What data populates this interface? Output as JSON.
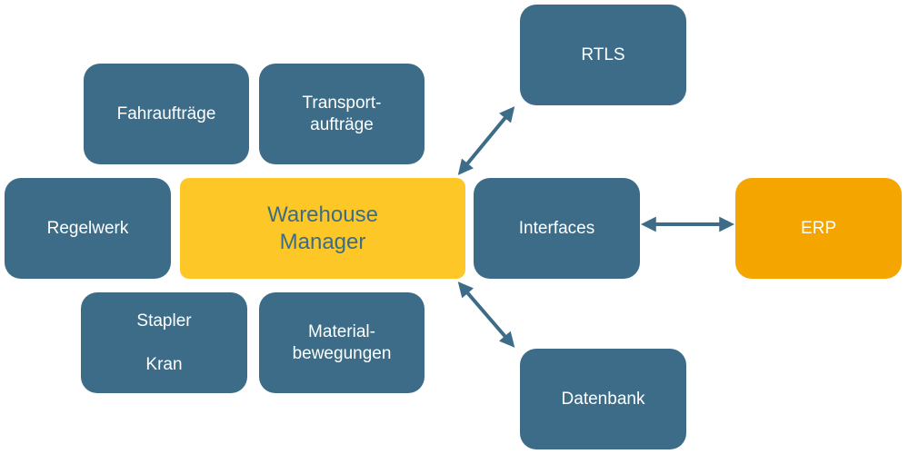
{
  "nodes": {
    "fahrauftraege": {
      "label": "Fahraufträge"
    },
    "transport": {
      "line1": "Transport-",
      "line2": "aufträge"
    },
    "regelwerk": {
      "label": "Regelwerk"
    },
    "warehouse": {
      "line1": "Warehouse",
      "line2": "Manager"
    },
    "interfaces": {
      "label": "Interfaces"
    },
    "erp": {
      "label": "ERP"
    },
    "rtls": {
      "label": "RTLS"
    },
    "stapler": {
      "line1": "Stapler",
      "line2": "Kran"
    },
    "material": {
      "line1": "Material-",
      "line2": "bewegungen"
    },
    "datenbank": {
      "label": "Datenbank"
    }
  },
  "colors": {
    "node_blue": "#3c6c87",
    "warehouse_yellow": "#fdc827",
    "erp_orange": "#f5a500",
    "arrow": "#3c6c87"
  },
  "connections": [
    {
      "from": "warehouse",
      "to": "rtls",
      "bidirectional": true
    },
    {
      "from": "warehouse",
      "to": "datenbank",
      "bidirectional": true
    },
    {
      "from": "interfaces",
      "to": "erp",
      "bidirectional": true
    }
  ]
}
